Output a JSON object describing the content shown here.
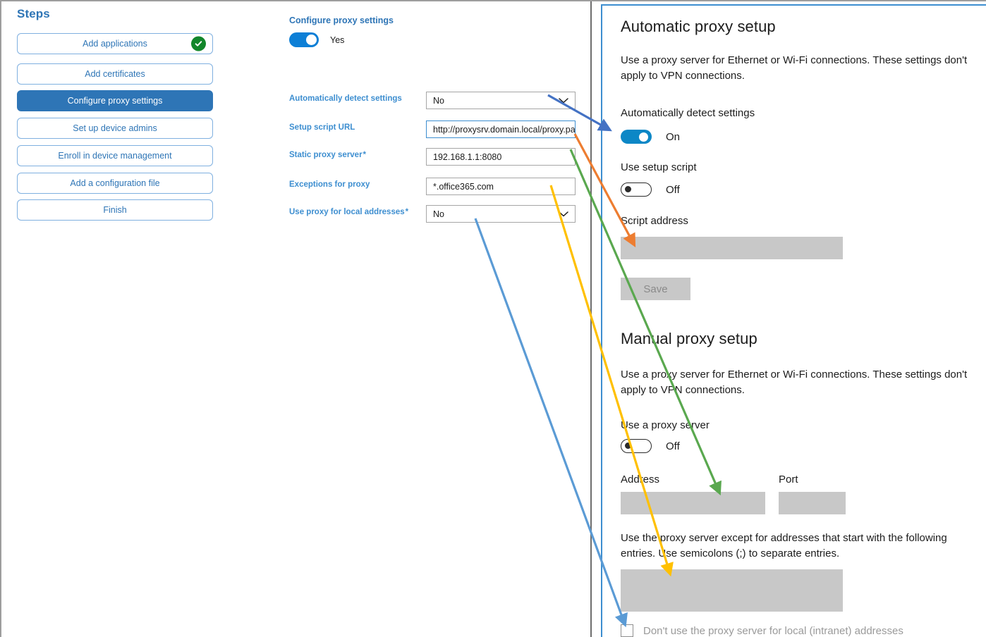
{
  "steps": {
    "title": "Steps",
    "items": [
      {
        "label": "Add applications",
        "state": "completed",
        "icon": "check-circle-icon"
      },
      {
        "label": "Add certificates",
        "state": "default"
      },
      {
        "label": "Configure proxy settings",
        "state": "active"
      },
      {
        "label": "Set up device admins",
        "state": "default"
      },
      {
        "label": "Enroll in device management",
        "state": "default"
      },
      {
        "label": "Add a configuration file",
        "state": "default"
      },
      {
        "label": "Finish",
        "state": "default"
      }
    ]
  },
  "form": {
    "heading": "Configure proxy settings",
    "toggle": {
      "value": "Yes",
      "state": "on"
    },
    "fields": [
      {
        "label": "Automatically detect settings",
        "required": false,
        "type": "select",
        "value": "No",
        "focused": false
      },
      {
        "label": "Setup script URL",
        "required": false,
        "type": "text",
        "value": "http://proxysrv.domain.local/proxy.pa",
        "focused": true
      },
      {
        "label": "Static proxy server",
        "required": true,
        "type": "text",
        "value": "192.168.1.1:8080",
        "focused": false
      },
      {
        "label": "Exceptions for proxy",
        "required": false,
        "type": "text",
        "value": "*.office365.com",
        "focused": false
      },
      {
        "label": "Use proxy for local addresses",
        "required": true,
        "type": "select",
        "value": "No",
        "focused": false
      }
    ]
  },
  "settings": {
    "automatic": {
      "heading": "Automatic proxy setup",
      "description": "Use a proxy server for Ethernet or Wi-Fi connections. These settings don't apply to VPN connections.",
      "auto_detect_label": "Automatically detect settings",
      "auto_detect_state": "On",
      "setup_script_label": "Use setup script",
      "setup_script_state": "Off",
      "script_address_label": "Script address",
      "script_address_value": "",
      "save_label": "Save"
    },
    "manual": {
      "heading": "Manual proxy setup",
      "description": "Use a proxy server for Ethernet or Wi-Fi connections. These settings don't apply to VPN connections.",
      "use_proxy_label": "Use a proxy server",
      "use_proxy_state": "Off",
      "address_label": "Address",
      "address_value": "",
      "port_label": "Port",
      "port_value": "",
      "exceptions_description": "Use the proxy server except for addresses that start with the following entries. Use semicolons (;) to separate entries.",
      "exceptions_value": "",
      "bypass_local_label": "Don't use the proxy server for local (intranet) addresses",
      "bypass_local_checked": false
    }
  },
  "annotations": {
    "arrows": [
      {
        "name": "arrow-auto-detect",
        "color": "#4472c4",
        "from_field": "Automatically detect settings",
        "to_field": "Automatically detect settings toggle"
      },
      {
        "name": "arrow-setup-script-url",
        "color": "#ed7d31",
        "from_field": "Setup script URL",
        "to_field": "Script address"
      },
      {
        "name": "arrow-static-proxy-server",
        "color": "#5aa84f",
        "from_field": "Static proxy server",
        "to_field": "Address"
      },
      {
        "name": "arrow-exceptions-for-proxy",
        "color": "#ffc000",
        "from_field": "Exceptions for proxy",
        "to_field": "Exceptions entries"
      },
      {
        "name": "arrow-use-proxy-local",
        "color": "#5b9bd5",
        "from_field": "Use proxy for local addresses",
        "to_field": "Don't use the proxy server for local (intranet) addresses"
      }
    ]
  },
  "colors": {
    "accent_blue": "#2e75b6",
    "label_blue": "#3d8ed0",
    "toggle_on": "#0d7fd6",
    "settings_toggle_on": "#0c87c6",
    "check_green": "#12862a",
    "field_gray": "#c8c8c8"
  }
}
